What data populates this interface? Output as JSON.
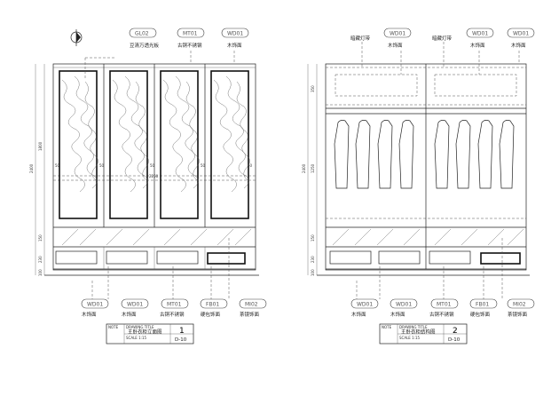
{
  "left_elevation": {
    "top_tags": [
      {
        "code": "GL02",
        "label": "豆清万透光板"
      },
      {
        "code": "MT01",
        "label": "古铜不锈钢"
      },
      {
        "code": "WD01",
        "label": "木饰面"
      }
    ],
    "bottom_tags": [
      {
        "code": "WD01",
        "label": "木饰面"
      },
      {
        "code": "WD01",
        "label": "木饰面"
      },
      {
        "code": "MT01",
        "label": "古铜不锈钢"
      },
      {
        "code": "FB01",
        "label": "硬包饰面"
      },
      {
        "code": "MI02",
        "label": "茶镜饰面"
      }
    ],
    "dims_vertical": [
      "2400",
      "1800",
      "150",
      "230",
      "100"
    ],
    "dims_horizontal": [
      "2250",
      "50",
      "50",
      "50",
      "50",
      "50"
    ],
    "title": {
      "note_label": "NOTE",
      "drawing_label": "DRAWING TITLE",
      "title_text": "主卧衣柜立面图",
      "scale_label": "SCALE 1:15",
      "number": "1",
      "sheet": "D-10"
    }
  },
  "right_elevation": {
    "top_tags": [
      {
        "code": "",
        "label": "暗藏灯带"
      },
      {
        "code": "WD01",
        "label": "木饰面"
      },
      {
        "code": "",
        "label": "暗藏灯带"
      },
      {
        "code": "WD01",
        "label": "木饰面"
      },
      {
        "code": "WD01",
        "label": "木饰面"
      }
    ],
    "bottom_tags": [
      {
        "code": "WD01",
        "label": "木饰面"
      },
      {
        "code": "WD01",
        "label": "木饰面"
      },
      {
        "code": "MT01",
        "label": "古铜不锈钢"
      },
      {
        "code": "FB01",
        "label": "硬包饰面"
      },
      {
        "code": "MI02",
        "label": "茶镜饰面"
      }
    ],
    "dims_vertical": [
      "2400",
      "350",
      "1250",
      "150",
      "230",
      "100"
    ],
    "title": {
      "note_label": "NOTE",
      "drawing_label": "DRAWING TITLE",
      "title_text": "主卧衣柜结构图",
      "scale_label": "SCALE 1:15",
      "number": "2",
      "sheet": "D-10"
    }
  }
}
